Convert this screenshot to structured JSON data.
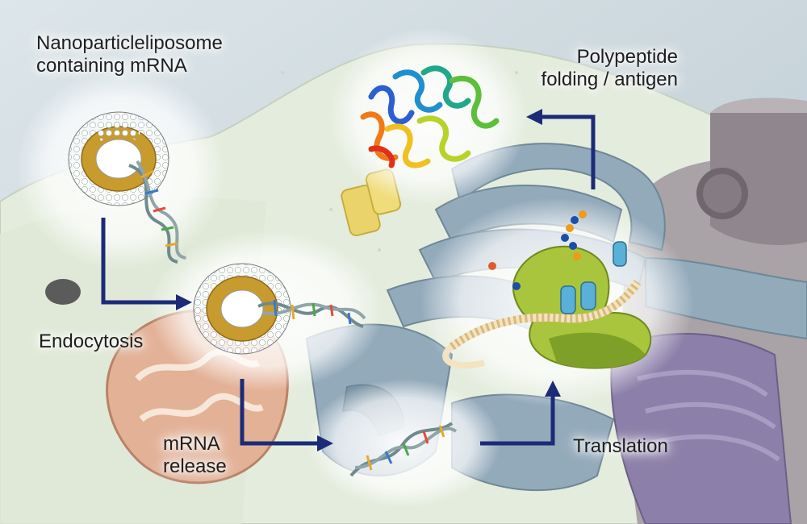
{
  "labels": {
    "nanoparticle": [
      "Nanoparticleliposome",
      "containing mRNA"
    ],
    "endocytosis": "Endocytosis",
    "mrna_release": [
      "mRNA",
      "release"
    ],
    "translation": "Translation",
    "polypeptide": [
      "Polypeptide",
      "folding / antigen"
    ]
  },
  "colors": {
    "arrow": "#1b2b78",
    "cell_background": "#dfe9d9",
    "er": "#8fa8b8",
    "ribosome": "#a7c43a",
    "mitochondrion": "#e2b093",
    "golgi": "#8b7ea7",
    "nucleus": "#a8a1a5",
    "lipid_core": "#c79a2b"
  },
  "icons": [
    "liposome-icon",
    "mrna-strand-icon",
    "protein-ribbon-icon",
    "ribosome-icon",
    "mitochondrion-icon",
    "golgi-icon",
    "nucleus-icon",
    "endoplasmic-reticulum-icon"
  ]
}
